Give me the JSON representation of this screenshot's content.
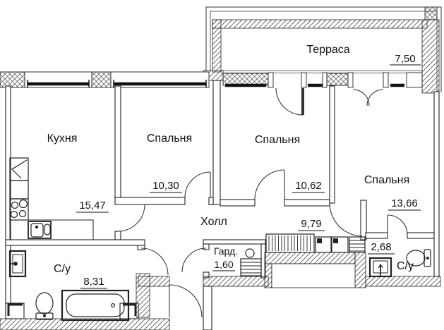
{
  "plan": {
    "rooms": {
      "terrace": {
        "name": "Терраса",
        "area": "7,50"
      },
      "kitchen": {
        "name": "Кухня",
        "area": "15,47"
      },
      "bedroom_left": {
        "name": "Спальня",
        "area": "10,30"
      },
      "bedroom_middle": {
        "name": "Спальня",
        "area": "10,62"
      },
      "bedroom_right": {
        "name": "Спальня",
        "area": "13,66"
      },
      "hall": {
        "name": "Холл",
        "area": "9,79"
      },
      "wardrobe": {
        "name": "Гард.",
        "area": "1,60"
      },
      "bathroom_left": {
        "name": "С/у",
        "area": "8,31"
      },
      "bathroom_right": {
        "name": "С/у",
        "area": "2,68"
      }
    },
    "colors": {
      "line": "#1a1a1a",
      "hatch": "#555555",
      "background": "#ffffff"
    }
  }
}
